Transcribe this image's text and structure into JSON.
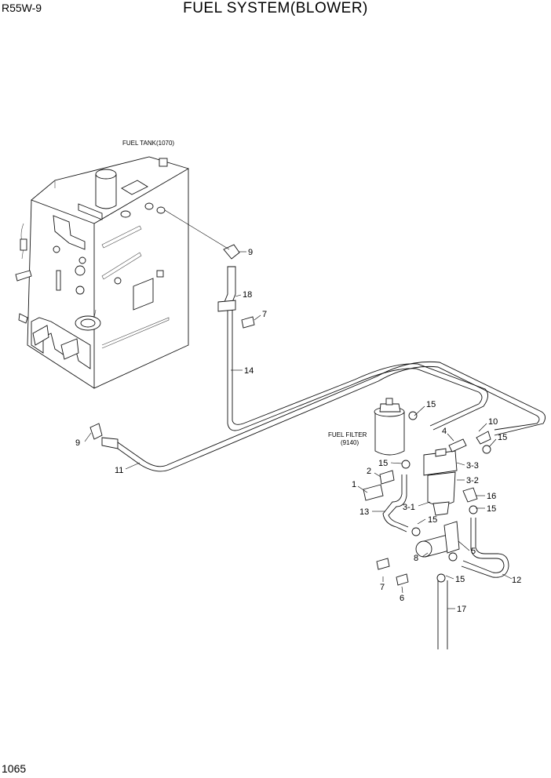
{
  "header": {
    "model": "R55W-9",
    "title": "FUEL SYSTEM(BLOWER)"
  },
  "page_number": "1065",
  "captions": {
    "fuel_tank": "FUEL TANK(1070)",
    "fuel_filter_line1": "FUEL FILTER",
    "fuel_filter_line2": "(9140)"
  },
  "callouts": {
    "c9a": "9",
    "c18": "18",
    "c7a": "7",
    "c14": "14",
    "c9b": "9",
    "c11": "11",
    "c15a": "15",
    "c10": "10",
    "c4": "4",
    "c15b": "15",
    "c33": "3-3",
    "c15c": "15",
    "c2": "2",
    "c32": "3-2",
    "c1": "1",
    "c16": "16",
    "c31": "3-1",
    "c15d": "15",
    "c13": "13",
    "c15e": "15",
    "c5": "5",
    "c8": "8",
    "c12": "12",
    "c15f": "15",
    "c7b": "7",
    "c6": "6",
    "c17": "17"
  }
}
